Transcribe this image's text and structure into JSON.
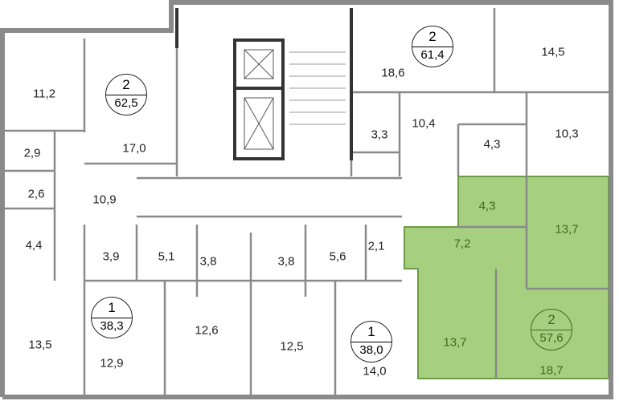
{
  "colors": {
    "wall": "#8a8a8a",
    "dark_wall": "#333333",
    "highlight_fill": "#a6d07f",
    "highlight_text": "#3d6b1e"
  },
  "apartments": [
    {
      "rooms": "2",
      "area": "62,5",
      "room_areas": [
        "11,2",
        "17,0",
        "2,9",
        "2,6",
        "10,9",
        "4,4"
      ]
    },
    {
      "rooms": "2",
      "area": "61,4",
      "room_areas": [
        "18,6",
        "14,5",
        "3,3",
        "10,4",
        "4,3",
        "10,3"
      ]
    },
    {
      "rooms": "2",
      "area": "57,6",
      "highlighted": true,
      "room_areas": [
        "4,3",
        "13,7",
        "7,2",
        "13,7",
        "18,7"
      ]
    },
    {
      "rooms": "1",
      "area": "38,3",
      "room_areas": [
        "12,9",
        "3,9",
        "5,1",
        "3,8",
        "12,6"
      ]
    },
    {
      "rooms": "1",
      "area": "38,0",
      "room_areas": [
        "14,0",
        "3,8",
        "5,6",
        "2,1",
        "12,5"
      ]
    }
  ],
  "other_rooms": [
    "13,5"
  ]
}
